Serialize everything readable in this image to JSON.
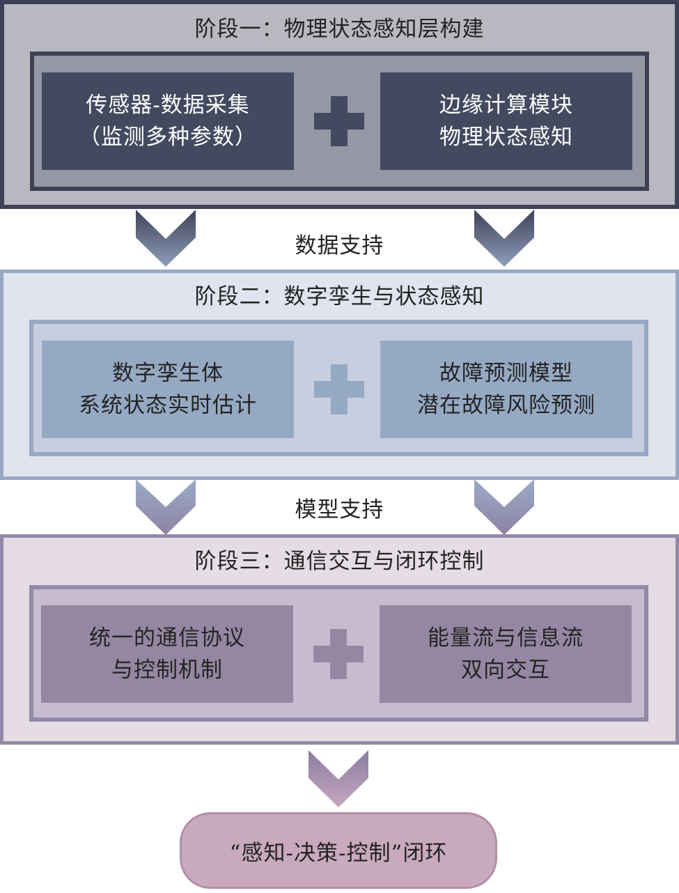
{
  "stages": [
    {
      "title": "阶段一：物理状态感知层构建",
      "left_box": [
        "传感器-数据采集",
        "（监测多种参数）"
      ],
      "right_box": [
        "边缘计算模块",
        "物理状态感知"
      ]
    },
    {
      "title": "阶段二：数字孪生与状态感知",
      "left_box": [
        "数字孪生体",
        "系统状态实时估计"
      ],
      "right_box": [
        "故障预测模型",
        "潜在故障风险预测"
      ]
    },
    {
      "title": "阶段三：通信交互与闭环控制",
      "left_box": [
        "统一的通信协议",
        "与控制机制"
      ],
      "right_box": [
        "能量流与信息流",
        "双向交互"
      ]
    }
  ],
  "connectors": [
    "数据支持",
    "模型支持"
  ],
  "final": "“感知-决策-控制”闭环",
  "colors": {
    "stage1_border": "#3e4055",
    "stage1_box": "#434a60",
    "stage2_border": "#97a8c4",
    "stage2_box": "#95a9c3",
    "stage3_border": "#948aa7",
    "stage3_box": "#9587a2",
    "final_fill": "#c9a9bd"
  },
  "icons": [
    "plus-icon",
    "chevron-down-icon"
  ]
}
